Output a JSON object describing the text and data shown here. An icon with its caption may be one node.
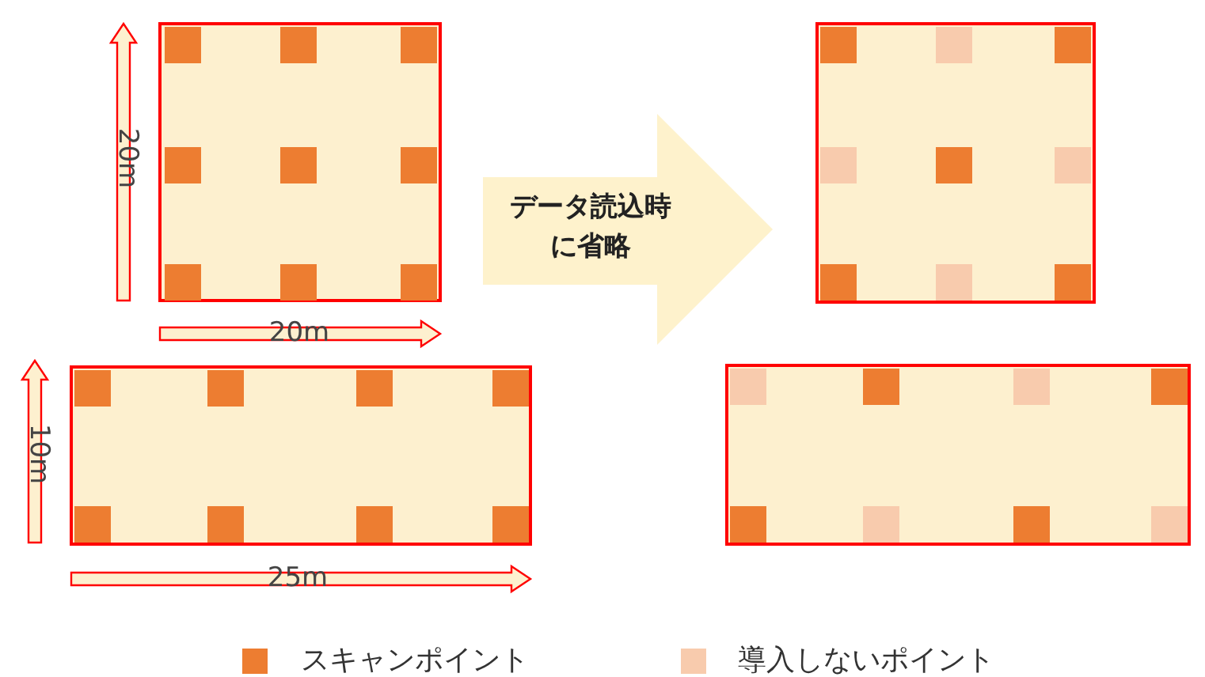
{
  "diagram": {
    "nodes": [
      {
        "text": [
          "データ読込時に省略"
        ]
      }
    ],
    "edges": [],
    "labels": [
      "20m",
      "20m",
      "10m",
      "25m"
    ],
    "legend": [
      {
        "text": "スキャンポイント",
        "color": "#ed7d31"
      },
      {
        "text": "導入しないポイント",
        "color": "#f8cbad"
      }
    ]
  }
}
